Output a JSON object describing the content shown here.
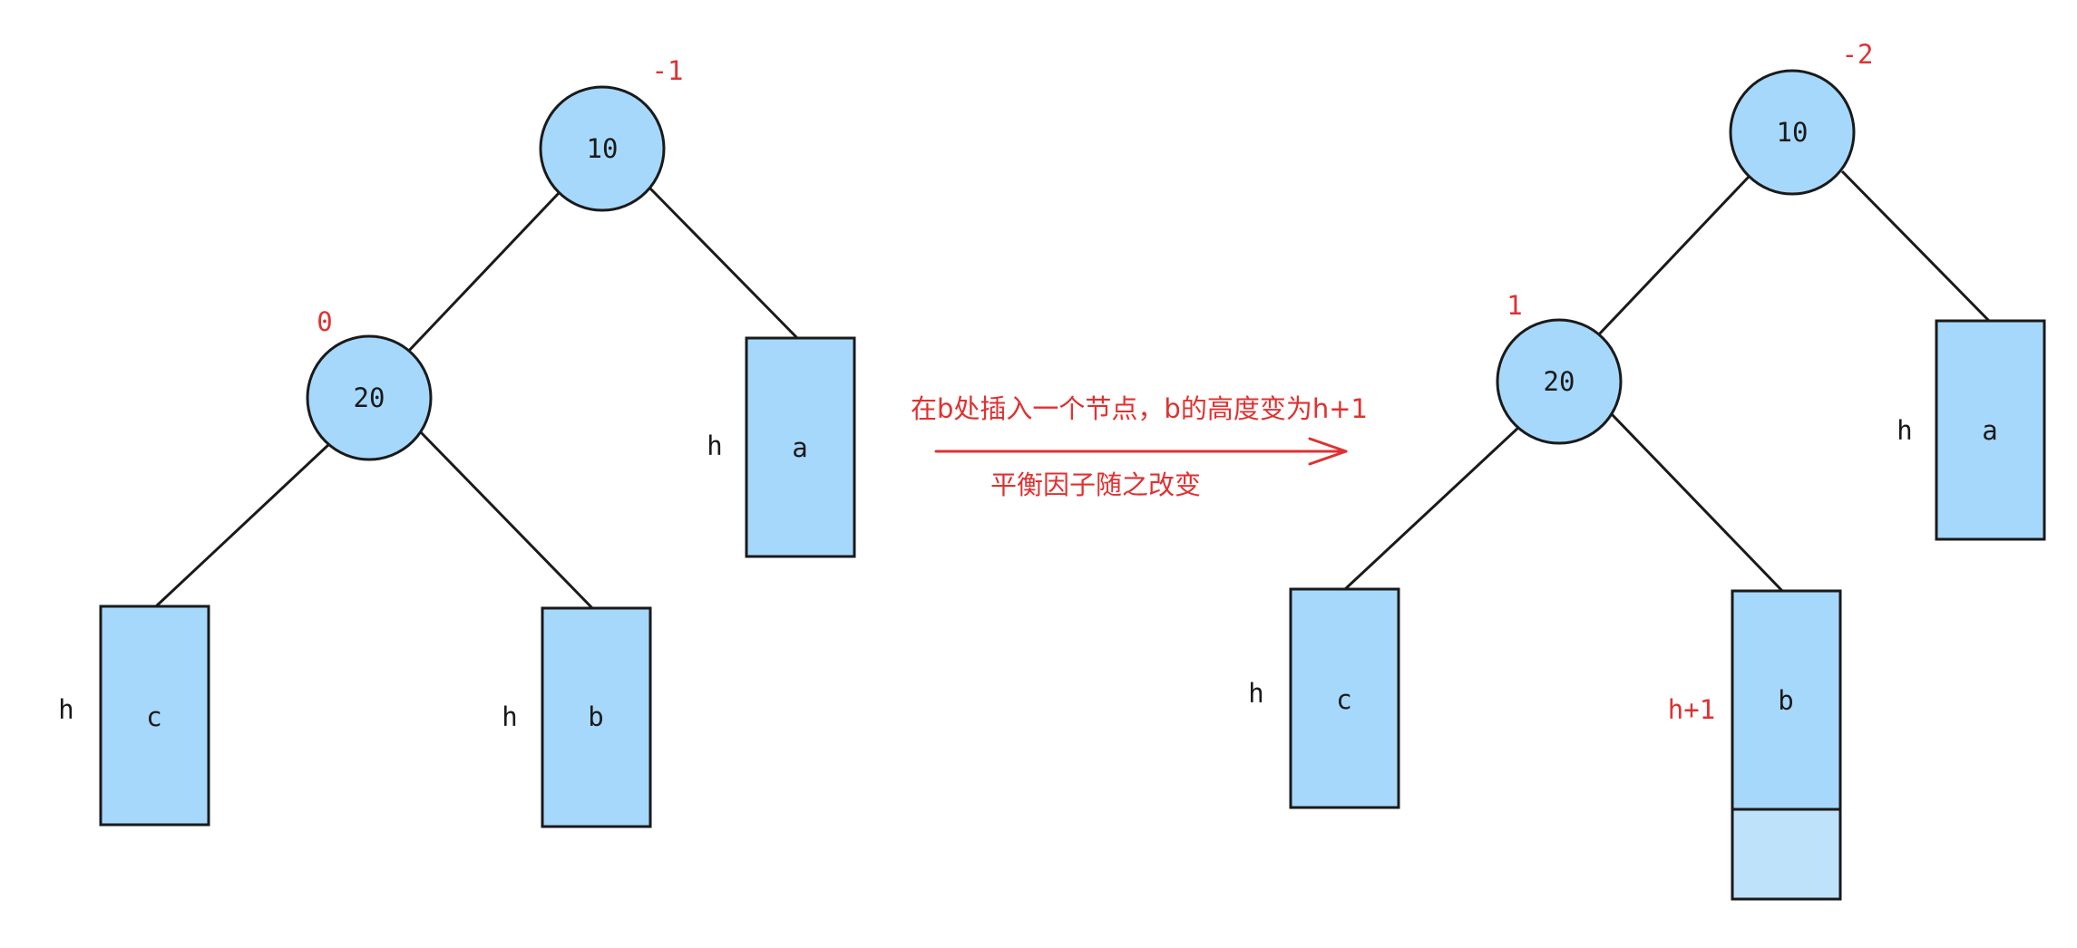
{
  "left_tree": {
    "root": {
      "value": "10",
      "balance_factor": "-1"
    },
    "left_child": {
      "value": "20",
      "balance_factor": "0"
    },
    "subtree_a": {
      "label": "a",
      "height": "h"
    },
    "subtree_c": {
      "label": "c",
      "height": "h"
    },
    "subtree_b": {
      "label": "b",
      "height": "h"
    }
  },
  "transition": {
    "caption_top": "在b处插入一个节点，b的高度变为h+1",
    "caption_bottom": "平衡因子随之改变"
  },
  "right_tree": {
    "root": {
      "value": "10",
      "balance_factor": "-2"
    },
    "left_child": {
      "value": "20",
      "balance_factor": "1"
    },
    "subtree_a": {
      "label": "a",
      "height": "h"
    },
    "subtree_c": {
      "label": "c",
      "height": "h"
    },
    "subtree_b": {
      "label": "b",
      "height": "h+1"
    }
  },
  "colors": {
    "node_fill": "#a6d8fb",
    "new_node_fill": "#bfe2fb",
    "stroke": "#1a1a1a",
    "accent_red": "#e03131"
  }
}
